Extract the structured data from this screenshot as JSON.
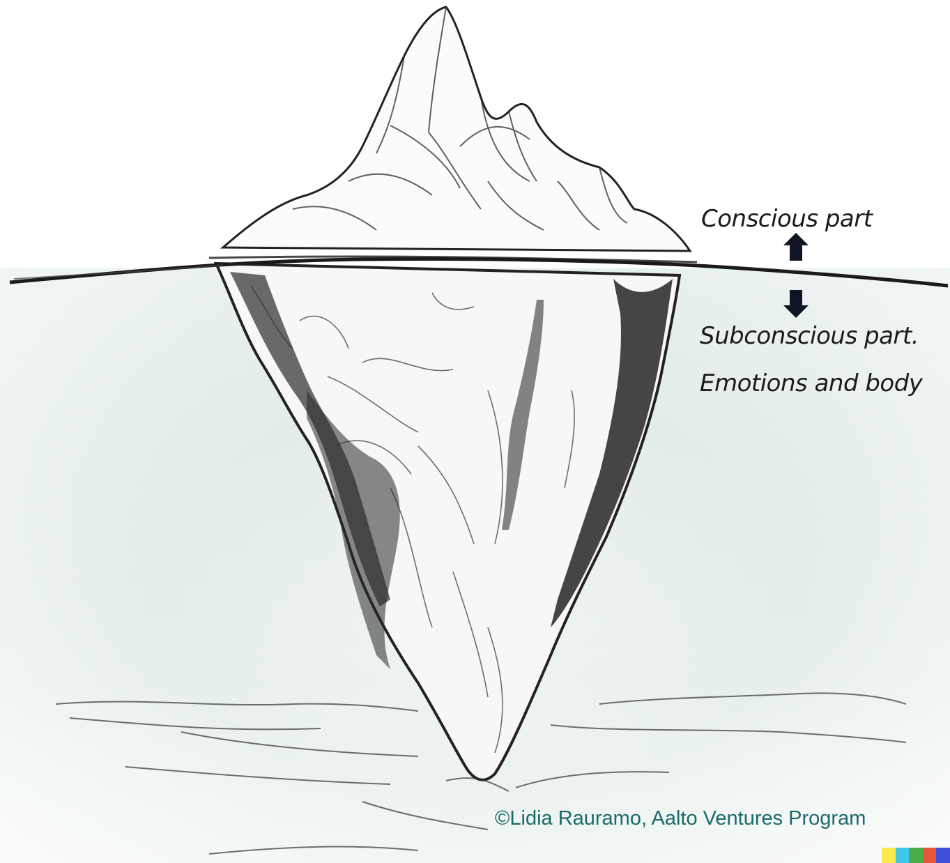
{
  "labels": {
    "conscious": "Conscious part",
    "subconscious_line1": "Subconscious part.",
    "subconscious_line2": "Emotions and body"
  },
  "credit": "©Lidia Rauramo, Aalto Ventures Program",
  "colors": {
    "water_tint": "#dde9e6",
    "ink": "#1a1a1a",
    "credit_text": "#1c6a6a",
    "colorbar": [
      "#ffe94d",
      "#3dc8e8",
      "#4aae4a",
      "#e8563a",
      "#3f4fd8"
    ]
  },
  "icons": {
    "up": "arrow-up-icon",
    "down": "arrow-down-icon"
  }
}
